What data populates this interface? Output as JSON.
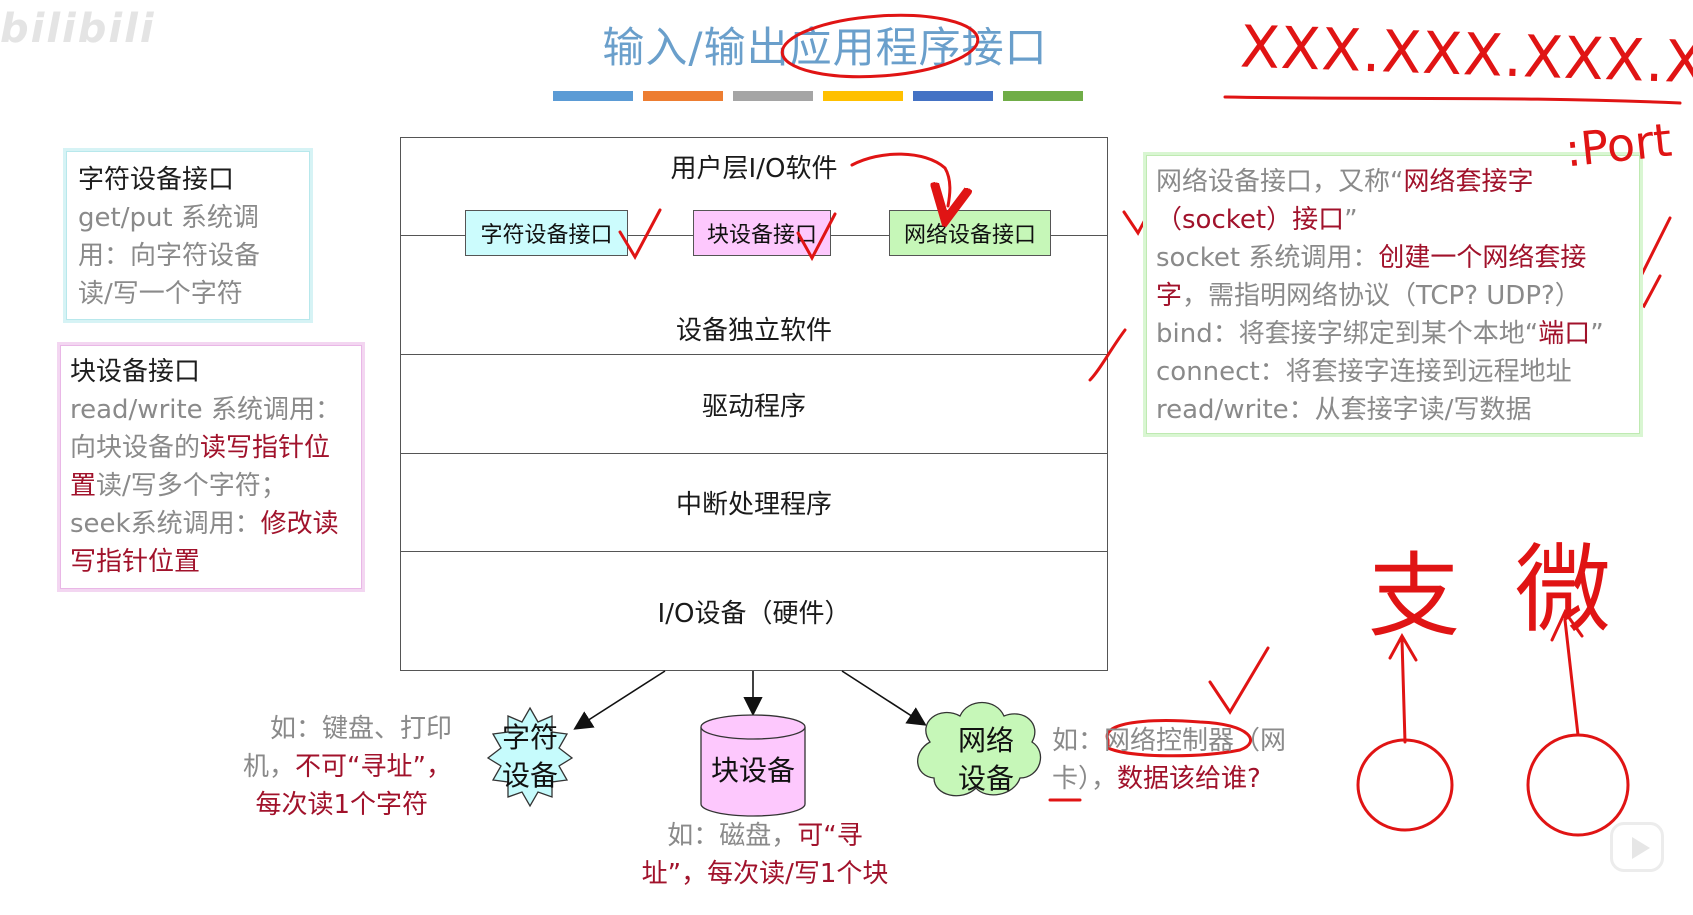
{
  "watermark": "bilibili",
  "title": "输入/输出应用程序接口",
  "title_strip_colors": [
    "#5b9bd5",
    "#ed7d31",
    "#a5a5a5",
    "#ffc000",
    "#4472c4",
    "#70ad47"
  ],
  "char_card": {
    "heading": "字符设备接口",
    "lines": [
      "get/put 系统调",
      "用：向字符设备",
      "读/写一个字符"
    ]
  },
  "block_card": {
    "heading": "块设备接口",
    "l1": "read/write 系统调用：",
    "l2a": "向块设备的",
    "l2b": "读写指针位",
    "l3a": "置",
    "l3b": "读/写多个字符；",
    "l4a": "seek系统调用：",
    "l4b": "修改读",
    "l5": "写指针位置"
  },
  "stack": {
    "user_layer": "用户层I/O软件",
    "iface_char": "字符设备接口",
    "iface_block": "块设备接口",
    "iface_net": "网络设备接口",
    "independent": "设备独立软件",
    "driver": "驱动程序",
    "interrupt": "中断处理程序",
    "hardware": "I/O设备（硬件）"
  },
  "devices": {
    "char": "字符\n设备",
    "block": "块设备",
    "net": "网络\n设备"
  },
  "notes": {
    "char_a": "如：键盘、打印",
    "char_b1": "机，",
    "char_b2": "不可“寻址”，",
    "char_c": "每次读1个字符",
    "block_a1": "如：磁盘，",
    "block_a2": "可“寻",
    "block_b": "址”，每次读/写1个块",
    "net_a1": "如：",
    "net_a2": "网络控制器",
    "net_a3": "（网",
    "net_b1": "卡），",
    "net_b2": "数据该给谁?"
  },
  "net_card": {
    "l1a": "网络设备接口，又称“",
    "l1b": "网络套接字",
    "l2a": "（socket）接口",
    "l2b": "”",
    "l3a": "socket 系统调用：",
    "l3b": "创建一个网络套接",
    "l4a": "字",
    "l4b": "，需指明网络协议（TCP? UDP?）",
    "l5a": "bind：将套接字绑定到某个本地“",
    "l5b": "端口",
    "l5c": "”",
    "l6": "connect：将套接字连接到远程地址",
    "l7": "read/write：从套接字读/写数据"
  },
  "handwriting": {
    "ip": "XXX.XXX.XXX.XXX",
    "port": ":Port",
    "left_char": "支",
    "right_char": "微"
  }
}
